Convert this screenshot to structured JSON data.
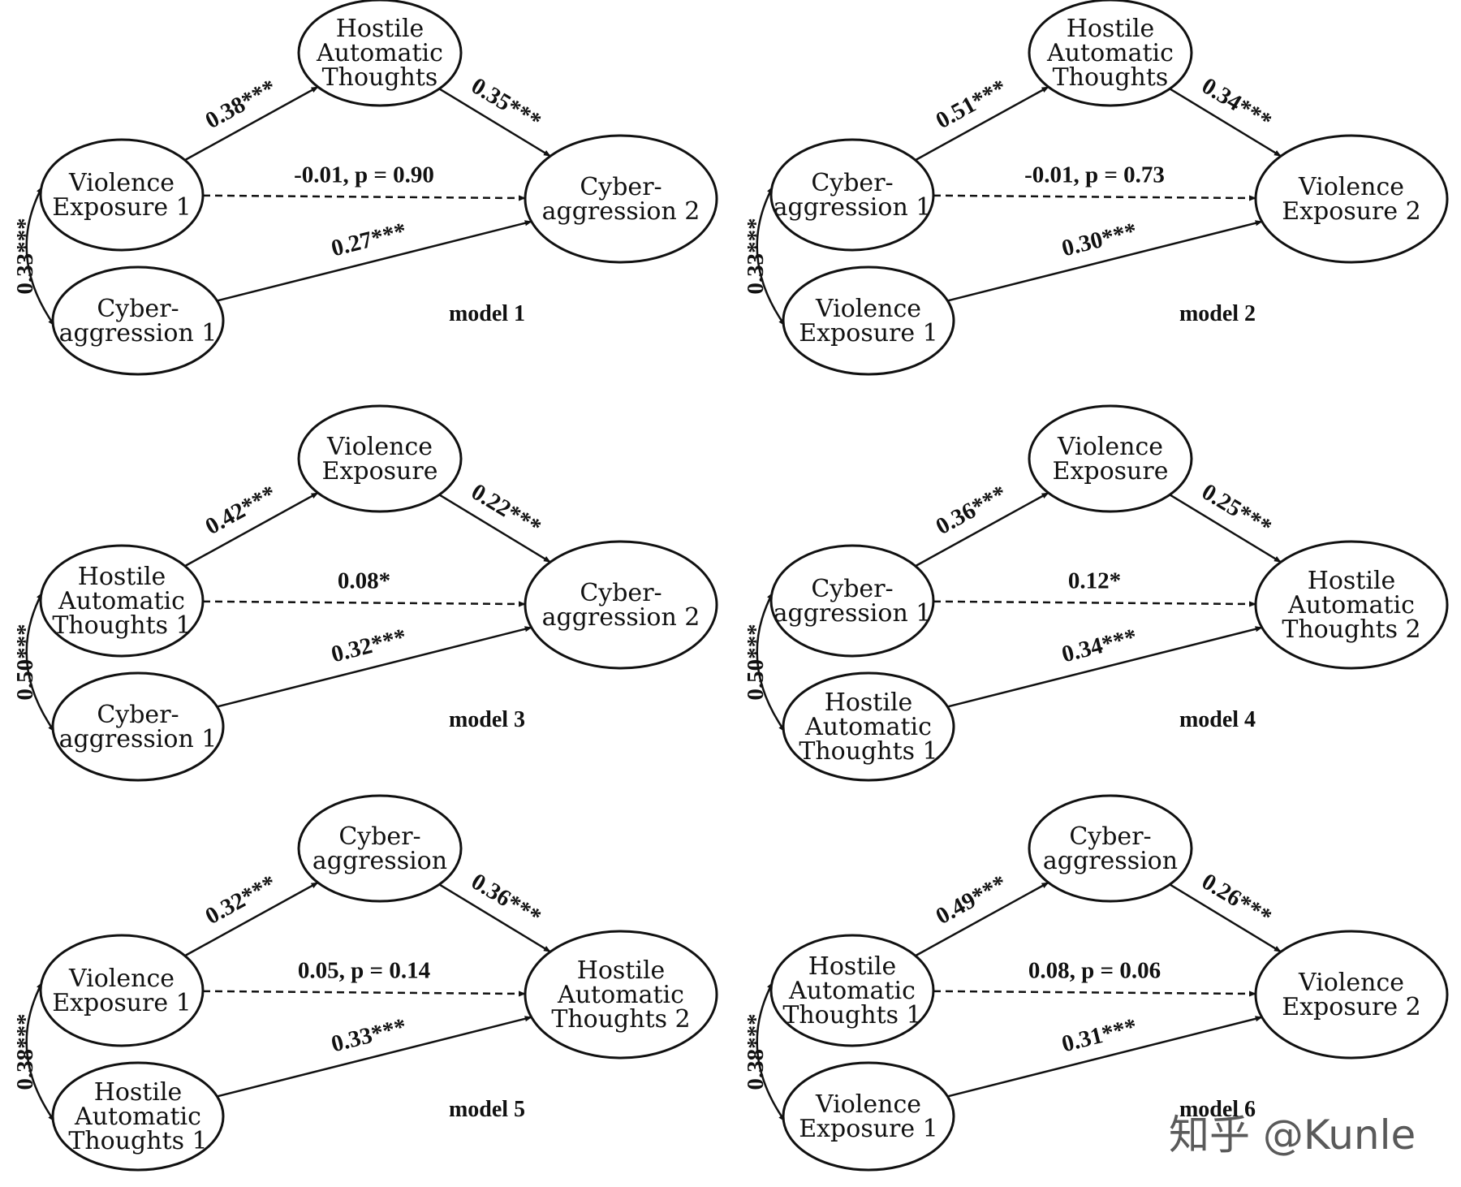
{
  "models": [
    {
      "title": "model 1",
      "pred1": [
        "Violence",
        "Exposure 1"
      ],
      "pred2": [
        "Cyber-",
        "aggression 1"
      ],
      "mediator": [
        "Hostile",
        "Automatic",
        "Thoughts"
      ],
      "outcome": [
        "Cyber-",
        "aggression 2"
      ],
      "path_a": "0.38***",
      "path_b": "0.35***",
      "path_direct": "-0.01,  p = 0.90",
      "path_cross": "0.27***",
      "correlation": "0.33***"
    },
    {
      "title": "model 2",
      "pred1": [
        "Cyber-",
        "aggression 1"
      ],
      "pred2": [
        "Violence",
        "Exposure 1"
      ],
      "mediator": [
        "Hostile",
        "Automatic",
        "Thoughts"
      ],
      "outcome": [
        "Violence",
        "Exposure 2"
      ],
      "path_a": "0.51***",
      "path_b": "0.34***",
      "path_direct": "-0.01,  p = 0.73",
      "path_cross": "0.30***",
      "correlation": "0.33***"
    },
    {
      "title": "model 3",
      "pred1": [
        "Hostile",
        "Automatic",
        "Thoughts 1"
      ],
      "pred2": [
        "Cyber-",
        "aggression 1"
      ],
      "mediator": [
        "Violence",
        "Exposure"
      ],
      "outcome": [
        "Cyber-",
        "aggression 2"
      ],
      "path_a": "0.42***",
      "path_b": "0.22***",
      "path_direct": "0.08*",
      "path_cross": "0.32***",
      "correlation": "0.50***"
    },
    {
      "title": "model 4",
      "pred1": [
        "Cyber-",
        "aggression 1"
      ],
      "pred2": [
        "Hostile",
        "Automatic",
        "Thoughts 1"
      ],
      "mediator": [
        "Violence",
        "Exposure"
      ],
      "outcome": [
        "Hostile",
        "Automatic",
        "Thoughts 2"
      ],
      "path_a": "0.36***",
      "path_b": "0.25***",
      "path_direct": "0.12*",
      "path_cross": "0.34***",
      "correlation": "0.50***"
    },
    {
      "title": "model 5",
      "pred1": [
        "Violence",
        "Exposure 1"
      ],
      "pred2": [
        "Hostile",
        "Automatic",
        "Thoughts 1"
      ],
      "mediator": [
        "Cyber-",
        "aggression"
      ],
      "outcome": [
        "Hostile",
        "Automatic",
        "Thoughts 2"
      ],
      "path_a": "0.32***",
      "path_b": "0.36***",
      "path_direct": "0.05, p = 0.14",
      "path_cross": "0.33***",
      "correlation": "0.38***"
    },
    {
      "title": "model 6",
      "pred1": [
        "Hostile",
        "Automatic",
        "Thoughts 1"
      ],
      "pred2": [
        "Violence",
        "Exposure 1"
      ],
      "mediator": [
        "Cyber-",
        "aggression"
      ],
      "outcome": [
        "Violence",
        "Exposure 2"
      ],
      "path_a": "0.49***",
      "path_b": "0.26***",
      "path_direct": "0.08, p = 0.06",
      "path_cross": "0.31***",
      "correlation": "0.38***"
    }
  ],
  "watermark": "知乎 @Kunle"
}
